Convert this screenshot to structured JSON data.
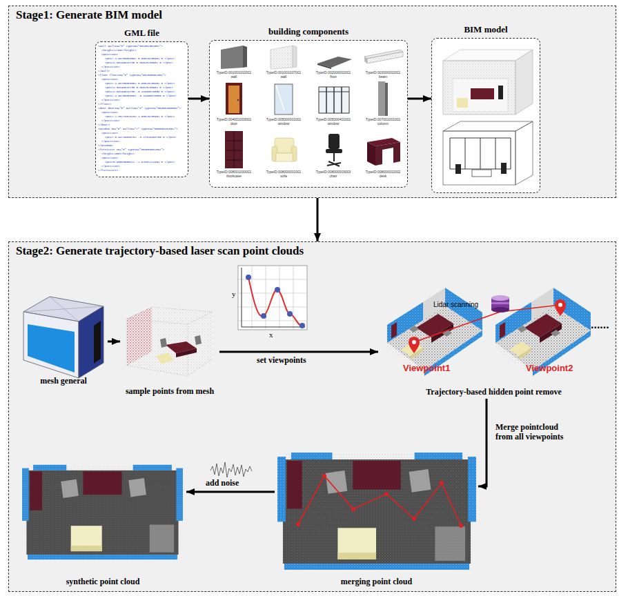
{
  "diagram": {
    "nodes": [
      {
        "text": [
          "Stage1: Generate BIM model"
        ]
      },
      {
        "text": [
          "GML file"
        ],
        "in": 0
      },
      {
        "text": [
          "building components"
        ],
        "in": 0
      },
      {
        "text": [
          "BIM model"
        ],
        "in": 0
      },
      {
        "text": [
          "Stage2: Generate trajectory-based laser scan point clouds"
        ]
      },
      {
        "text": [
          "mesh general"
        ],
        "in": 4
      },
      {
        "text": [
          "sample points from mesh"
        ],
        "in": 4
      },
      {
        "text": [
          "Trajectory-based hidden point remove"
        ],
        "in": 4
      },
      {
        "text": [
          "merging point cloud"
        ],
        "in": 4
      },
      {
        "text": [
          "synthetic point cloud"
        ],
        "in": 4
      }
    ],
    "edges": [
      {
        "from": 1,
        "to": 2,
        "arrow": "to"
      },
      {
        "from": 2,
        "to": 3,
        "arrow": "to"
      },
      {
        "from": 0,
        "to": 4,
        "arrow": "to"
      },
      {
        "from": 5,
        "to": 6,
        "arrow": "to"
      },
      {
        "from": 6,
        "to": 7,
        "label": "set viewpoints",
        "arrow": "to"
      },
      {
        "from": 7,
        "to": 8,
        "label": "Merge pointcloud from all viewpoints",
        "arrow": "to"
      },
      {
        "from": 8,
        "to": 9,
        "label": "add noise",
        "arrow": "to"
      }
    ],
    "labels": [
      "<wall wallID=\"0\" typeID=\"001001002001\">",
      "<height>2700</height>",
      "<position>",
      "<pos>-4.98756063002 5.08020230951 0 </pos>",
      "<pos>4.06196618735 5.08020230951 0 </pos>",
      "</position>",
      "</wall>",
      "<floor floorID=\"0\" typeID=\"002000002001\">",
      "<position>",
      "<pos>-4.98756063002 5.08020230951 0 </pos>",
      "<pos>4.06196618735 5.08020230951 0 </pos>",
      "<pos>4.06196618735 -0.41966076550 0 </pos>",
      "<pos>-4.98756063002 -0.41966076550 0 </pos>",
      "</position>",
      "</floor>",
      "<door doorID=\"0\" wallID=\"3\" typeID=\"004001003001\">",
      "<position>",
      "<pos>-2.85278016434 4.08020230951 0 </pos>",
      "</position>",
      "</door>",
      "<window ID=\"0\" wallID=\"7\" typeID=\"005000401001\">",
      "<position>",
      "<pos>-0.94746080762 -3.17810468700 0 </pos>",
      "</position>",
      "</window>",
      "<furniture ID=\"0\" typeID=\"008000002002\">",
      "<height>450</height>",
      "<position>",
      "<pos>0.96583960822 -2.97801214894 0 </pos>",
      "</position>",
      "</furniture>",
      "TypeID:001001002001",
      "wall",
      "TypeID:001001007001",
      "wall",
      "TypeID:002000002001",
      "floor",
      "TypeID:003000002001",
      "beam",
      "TypeID:004001003001",
      "door",
      "TypeID:005000001001",
      "window",
      "TypeID:005000401001",
      "window",
      "TypeID:007001001001",
      "column",
      "TypeID:008001000001",
      "bookcase",
      "TypeID:008000001001",
      "sofa",
      "TypeID:008000003003",
      "chair",
      "TypeID:008000002002",
      "desk",
      "y",
      "x",
      "Lidar scanning",
      "Viewpoint1",
      "Viewpoint2",
      "......"
    ]
  }
}
